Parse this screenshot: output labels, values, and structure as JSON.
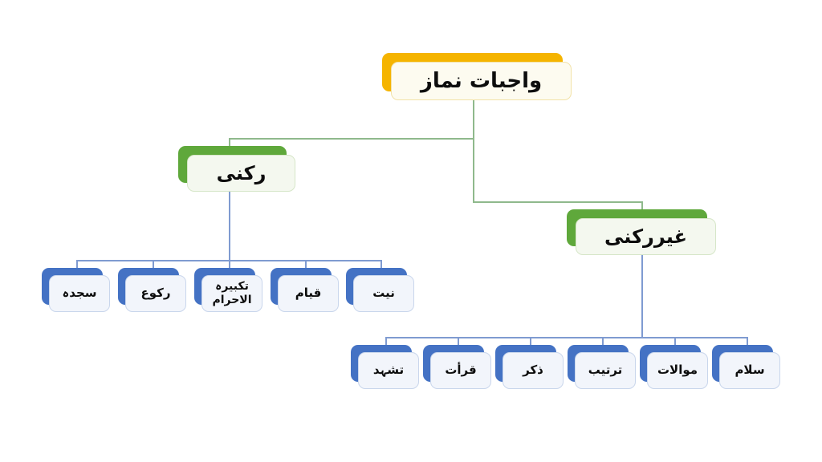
{
  "diagram": {
    "title": "واجبات نماز",
    "type": "organizational-tree",
    "language": "urdu",
    "direction": "rtl",
    "background_color": "#ffffff",
    "colors": {
      "root_accent": "#F5B400",
      "root_fill": "#FDFBF0",
      "branch_accent": "#5FA83B",
      "branch_fill": "#F4F8EF",
      "leaf_accent": "#4472C4",
      "leaf_fill": "#F2F5FB",
      "connector_green": "#8FB98C",
      "connector_blue": "#7F9BD1"
    }
  },
  "root": {
    "label": "واجبات نماز"
  },
  "branches": [
    {
      "id": "rukni",
      "label": "رکنی"
    },
    {
      "id": "ghair-rukni",
      "label": "غیررکنی"
    }
  ],
  "rukni_children": [
    {
      "label": "سجدہ"
    },
    {
      "label": "رکوع"
    },
    {
      "label": "تکبیرہ الاحرام"
    },
    {
      "label": "قیام"
    },
    {
      "label": "نیت"
    }
  ],
  "ghair_rukni_children": [
    {
      "label": "تشہد"
    },
    {
      "label": "قرأت"
    },
    {
      "label": "ذکر"
    },
    {
      "label": "ترتیب"
    },
    {
      "label": "موالات"
    },
    {
      "label": "سلام"
    }
  ]
}
